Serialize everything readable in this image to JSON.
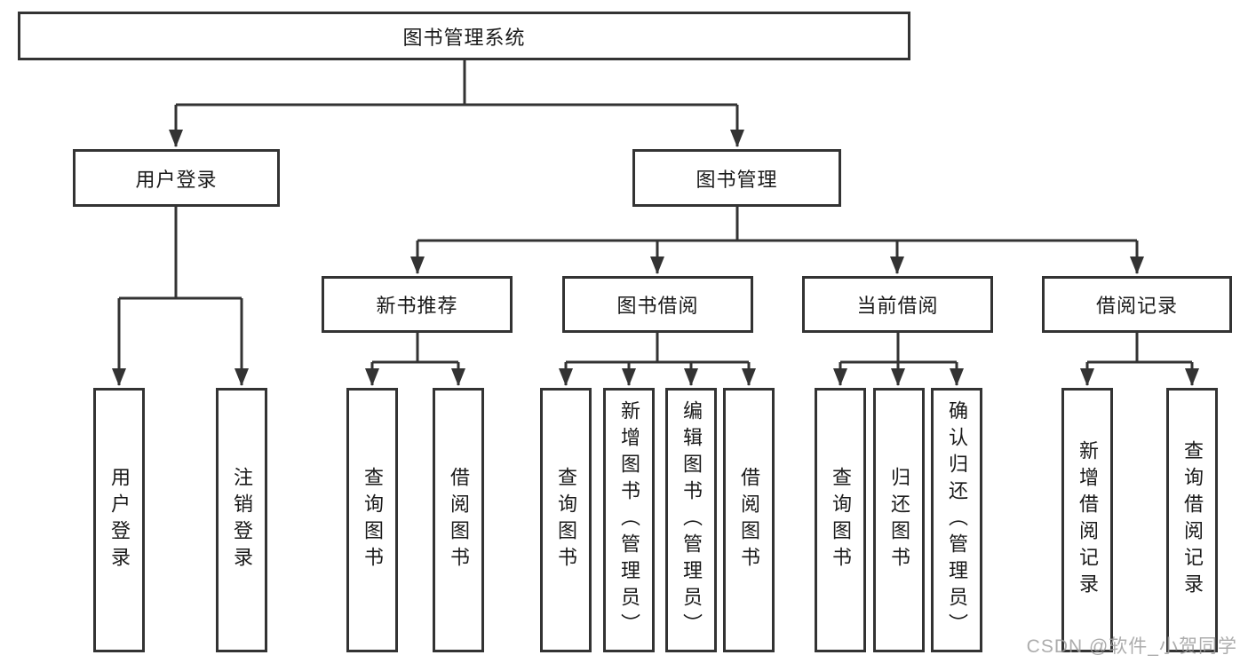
{
  "tree": {
    "label": "图书管理系统",
    "children": [
      {
        "label": "用户登录",
        "children": [
          {
            "label": "用户登录"
          },
          {
            "label": "注销登录"
          }
        ]
      },
      {
        "label": "图书管理",
        "children": [
          {
            "label": "新书推荐",
            "children": [
              {
                "label": "查询图书"
              },
              {
                "label": "借阅图书"
              }
            ]
          },
          {
            "label": "图书借阅",
            "children": [
              {
                "label": "查询图书"
              },
              {
                "label": "新增图书（管理员）"
              },
              {
                "label": "编辑图书（管理员）"
              },
              {
                "label": "借阅图书"
              }
            ]
          },
          {
            "label": "当前借阅",
            "children": [
              {
                "label": "查询图书"
              },
              {
                "label": "归还图书"
              },
              {
                "label": "确认归还（管理员）"
              }
            ]
          },
          {
            "label": "借阅记录",
            "children": [
              {
                "label": "新增借阅记录"
              },
              {
                "label": "查询借阅记录"
              }
            ]
          }
        ]
      }
    ]
  },
  "watermark": {
    "text": "CSDN @软件_小贺同学"
  },
  "colors": {
    "line": "#333333",
    "box_background": "#ffffff",
    "text": "#1a1a1a",
    "watermark": "#9e9e9e"
  }
}
